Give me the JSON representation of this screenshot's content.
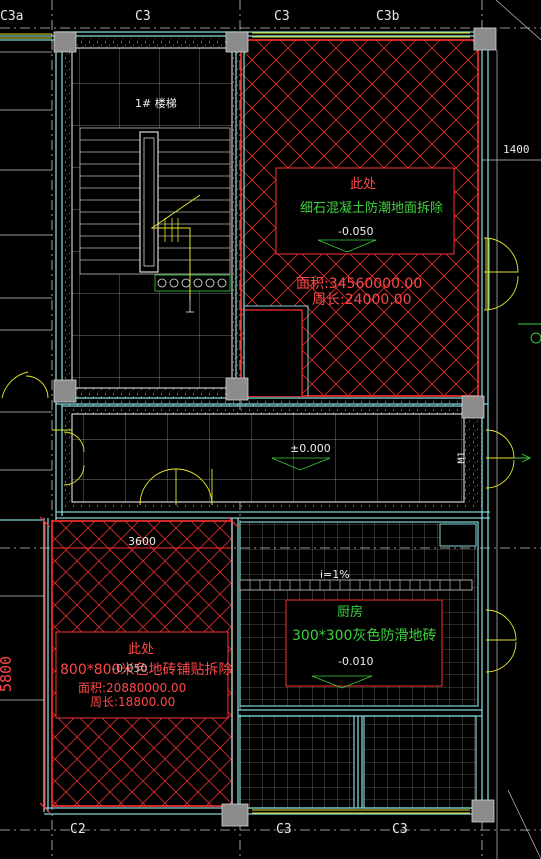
{
  "axes": {
    "top": [
      "C3a",
      "C3",
      "C3",
      "C3b"
    ],
    "bottom": [
      "C2",
      "C3",
      "C3"
    ]
  },
  "dimensions": {
    "right_top": "1400",
    "left_vertical": "5800",
    "room_width": "3600",
    "m1": "M1"
  },
  "stair": {
    "label": "1# 楼梯"
  },
  "zone_upper": {
    "title": "此处",
    "subtitle": "细石混凝土防潮地面拆除",
    "elevation": "-0.050",
    "area": "面积:34560000.00",
    "perimeter": "周长:24000.00"
  },
  "corridor": {
    "elevation": "±0.000"
  },
  "zone_lower": {
    "title": "此处",
    "subtitle": "800*800米色地砖铺贴拆除",
    "elevation": "-0.050",
    "area": "面积:20880000.00",
    "perimeter": "周长:18800.00"
  },
  "kitchen": {
    "name": "厨房",
    "subtitle": "300*300灰色防滑地砖",
    "elevation": "-0.010",
    "slope": "i=1%"
  },
  "colors": {
    "background": "#000000",
    "wall": "#7fd4d4",
    "hatch": "#ff3030",
    "green": "#3cd23c",
    "yellow": "#e6e62a",
    "grid": "#b4b4b4"
  }
}
